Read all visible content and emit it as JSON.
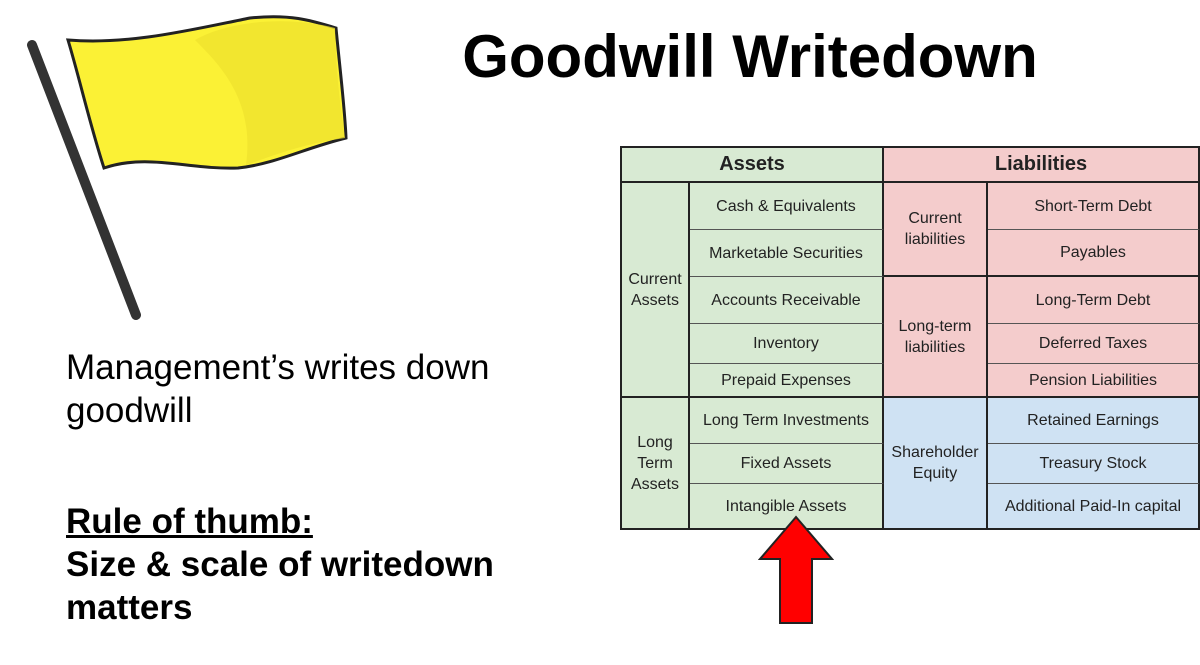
{
  "slide": {
    "title": "Goodwill Writedown",
    "body": "Management’s writes down goodwill",
    "rule_title": "Rule of thumb:",
    "rule_text": "Size & scale of writedown matters",
    "flag_icon": "yellow-flag-icon",
    "arrow_icon": "red-up-arrow-icon"
  },
  "balance_sheet": {
    "assets_header": "Assets",
    "liabilities_header": "Liabilities",
    "current_assets": "Current Assets",
    "long_term_assets": "Long Term Assets",
    "current_asset_items": [
      "Cash & Equivalents",
      "Marketable Securities",
      "Accounts Receivable",
      "Inventory",
      "Prepaid Expenses"
    ],
    "long_term_asset_items": [
      "Long Term Investments",
      "Fixed Assets",
      "Intangible Assets"
    ],
    "current_liabilities": "Current liabilities",
    "current_liability_items": [
      "Short-Term Debt",
      "Payables"
    ],
    "long_term_liabilities": "Long-term liabilities",
    "long_term_liability_items": [
      "Long-Term Debt",
      "Deferred Taxes",
      "Pension Liabilities"
    ],
    "equity": "Shareholder Equity",
    "equity_items": [
      "Retained Earnings",
      "Treasury Stock",
      "Additional Paid-In capital"
    ]
  },
  "colors": {
    "assets": "#d8ead3",
    "liabilities": "#f4cccc",
    "equity": "#cfe2f3",
    "flag": "#fbf135",
    "arrow": "#ff0000"
  }
}
